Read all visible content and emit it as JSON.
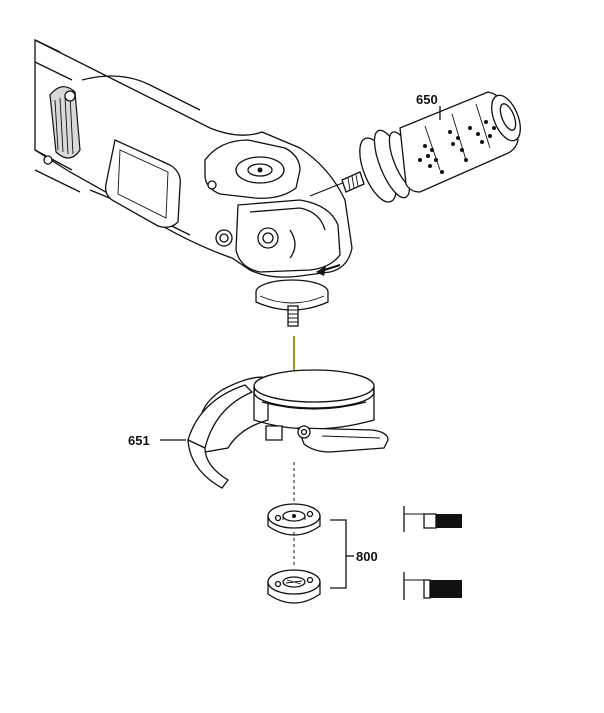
{
  "labels": {
    "handle": "650",
    "guard": "651",
    "flange_nut": "800"
  },
  "colors": {
    "line": "#111111",
    "assembly_axis": "#8a9a2a",
    "background": "#ffffff"
  }
}
